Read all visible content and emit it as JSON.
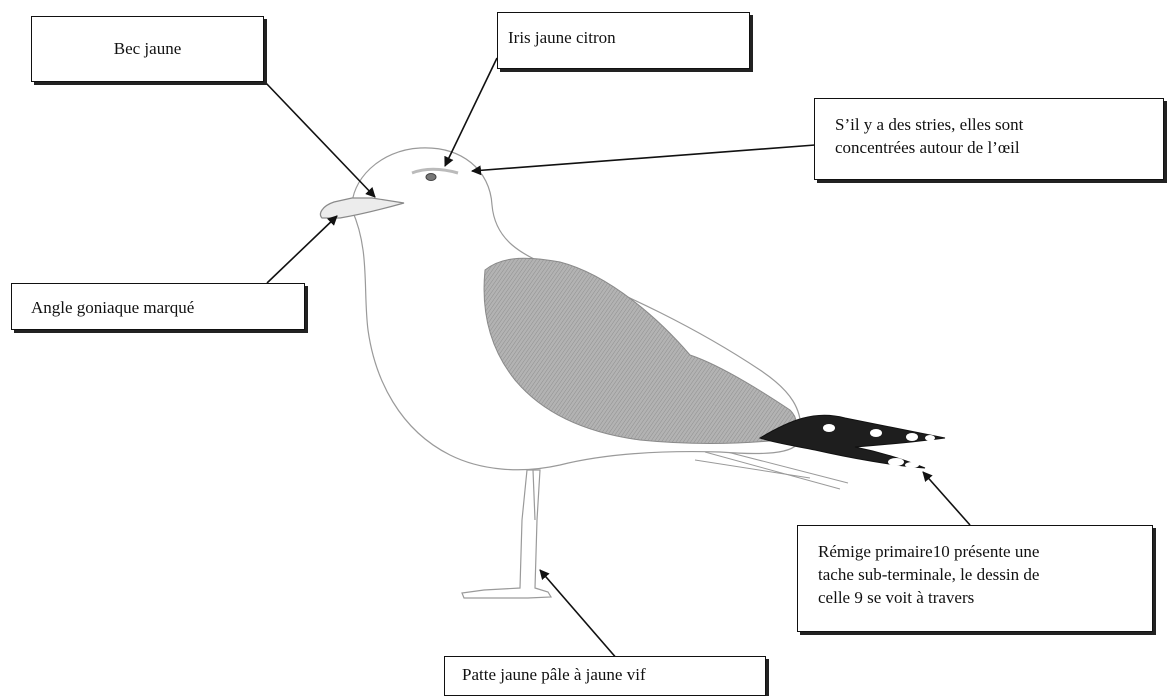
{
  "labels": {
    "bec": "Bec jaune",
    "iris": "Iris jaune citron",
    "stries": "S’il y a des stries, elles sont\nconcentrées autour de l’œil",
    "angle": "Angle goniaque marqué",
    "remige": "Rémige primaire10 présente une\ntache sub-terminale, le dessin de\ncelle 9 se voit à travers",
    "patte": "Patte jaune pâle à jaune vif"
  },
  "colors": {
    "outline": "#9a9a9a",
    "mantle": "#a8a8a8",
    "wingtip": "#1e1e1e",
    "arrow": "#111111"
  }
}
